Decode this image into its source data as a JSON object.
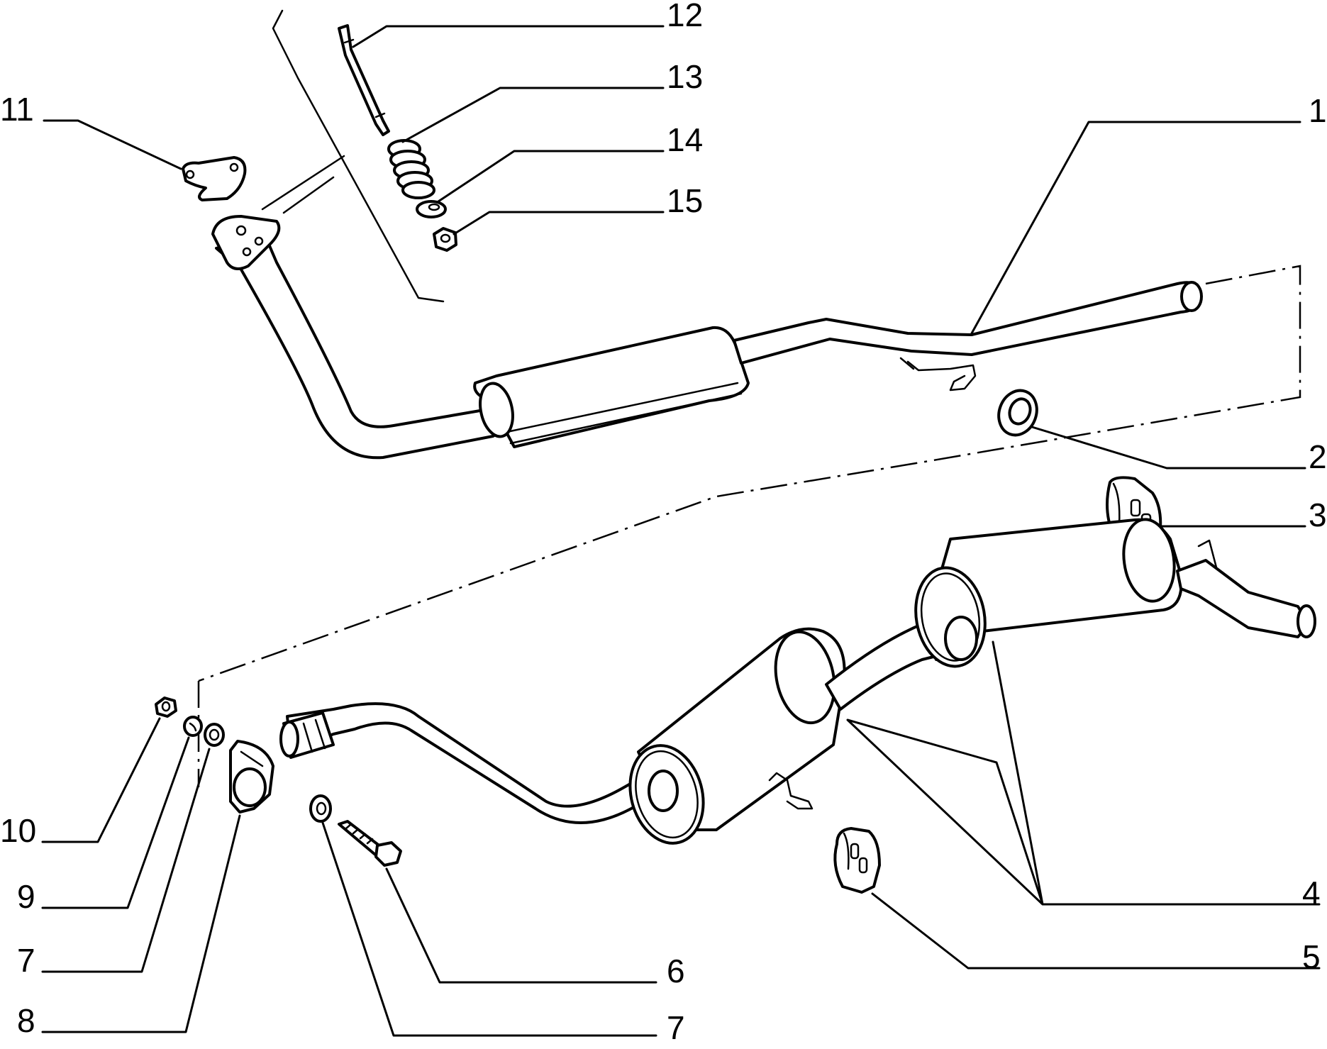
{
  "diagram": {
    "type": "exploded parts diagram",
    "callouts": {
      "c1": "1",
      "c2": "2",
      "c3": "3",
      "c4": "4",
      "c5": "5",
      "c6": "6",
      "c7a": "7",
      "c7b": "7",
      "c8": "8",
      "c9": "9",
      "c10": "10",
      "c11": "11",
      "c12": "12",
      "c13": "13",
      "c14": "14",
      "c15": "15"
    }
  }
}
